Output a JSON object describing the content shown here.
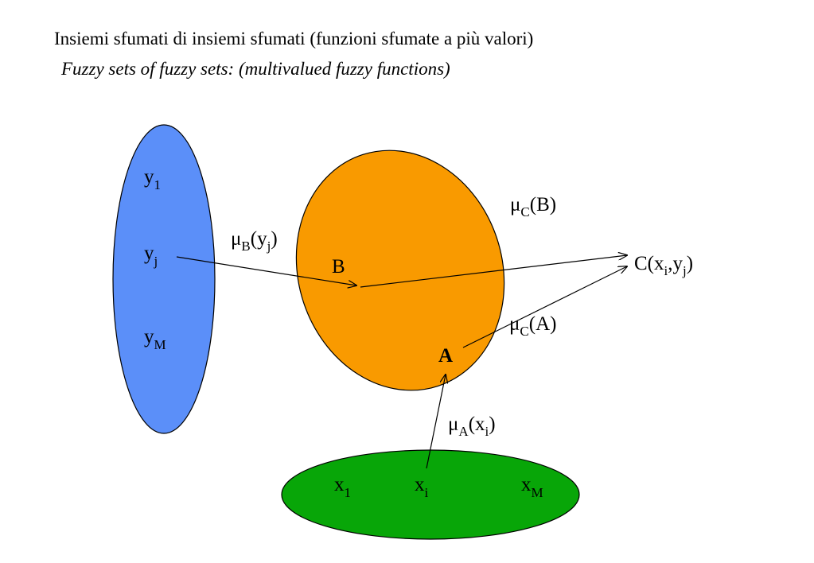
{
  "title": {
    "italian": "Insiemi sfumati di insiemi sfumati (funzioni sfumate a più valori)",
    "english": "Fuzzy sets of fuzzy sets: (multivalued fuzzy functions)"
  },
  "colors": {
    "y_set": "#5b8ff9",
    "b_set": "#f99a00",
    "x_set": "#08a608",
    "stroke": "#000000"
  },
  "labels": {
    "y1": {
      "base": "y",
      "sub": "1"
    },
    "yj": {
      "base": "y",
      "sub": "j"
    },
    "yM": {
      "base": "y",
      "sub": "M"
    },
    "x1": {
      "base": "x",
      "sub": "1"
    },
    "xi": {
      "base": "x",
      "sub": "i"
    },
    "xM": {
      "base": "x",
      "sub": "M"
    },
    "B": "B",
    "A": "A",
    "mu_B_yj": {
      "mu": "μ",
      "sub": "B",
      "arg_open": "(y",
      "arg_sub": "j",
      "arg_close": ")"
    },
    "mu_C_B": {
      "mu": "μ",
      "sub": "C",
      "arg": "(B)"
    },
    "mu_C_A": {
      "mu": "μ",
      "sub": "C",
      "arg": "(A)"
    },
    "mu_A_xi": {
      "mu": "μ",
      "sub": "A",
      "arg_open": "(x",
      "arg_sub": "i",
      "arg_close": ")"
    },
    "C_xi_yj": {
      "open": "C(x",
      "sub1": "i",
      "mid": ",y",
      "sub2": "j",
      "close": ")"
    }
  }
}
